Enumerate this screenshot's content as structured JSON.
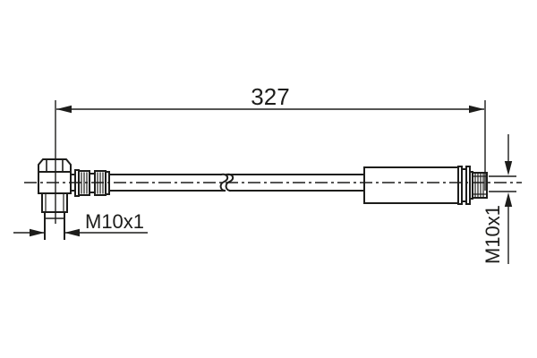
{
  "drawing": {
    "background": "#ffffff",
    "line_color": "#1d1d1b",
    "labels": {
      "overall_length": "327",
      "left_thread": "M10x1",
      "right_thread": "M10x1"
    }
  }
}
